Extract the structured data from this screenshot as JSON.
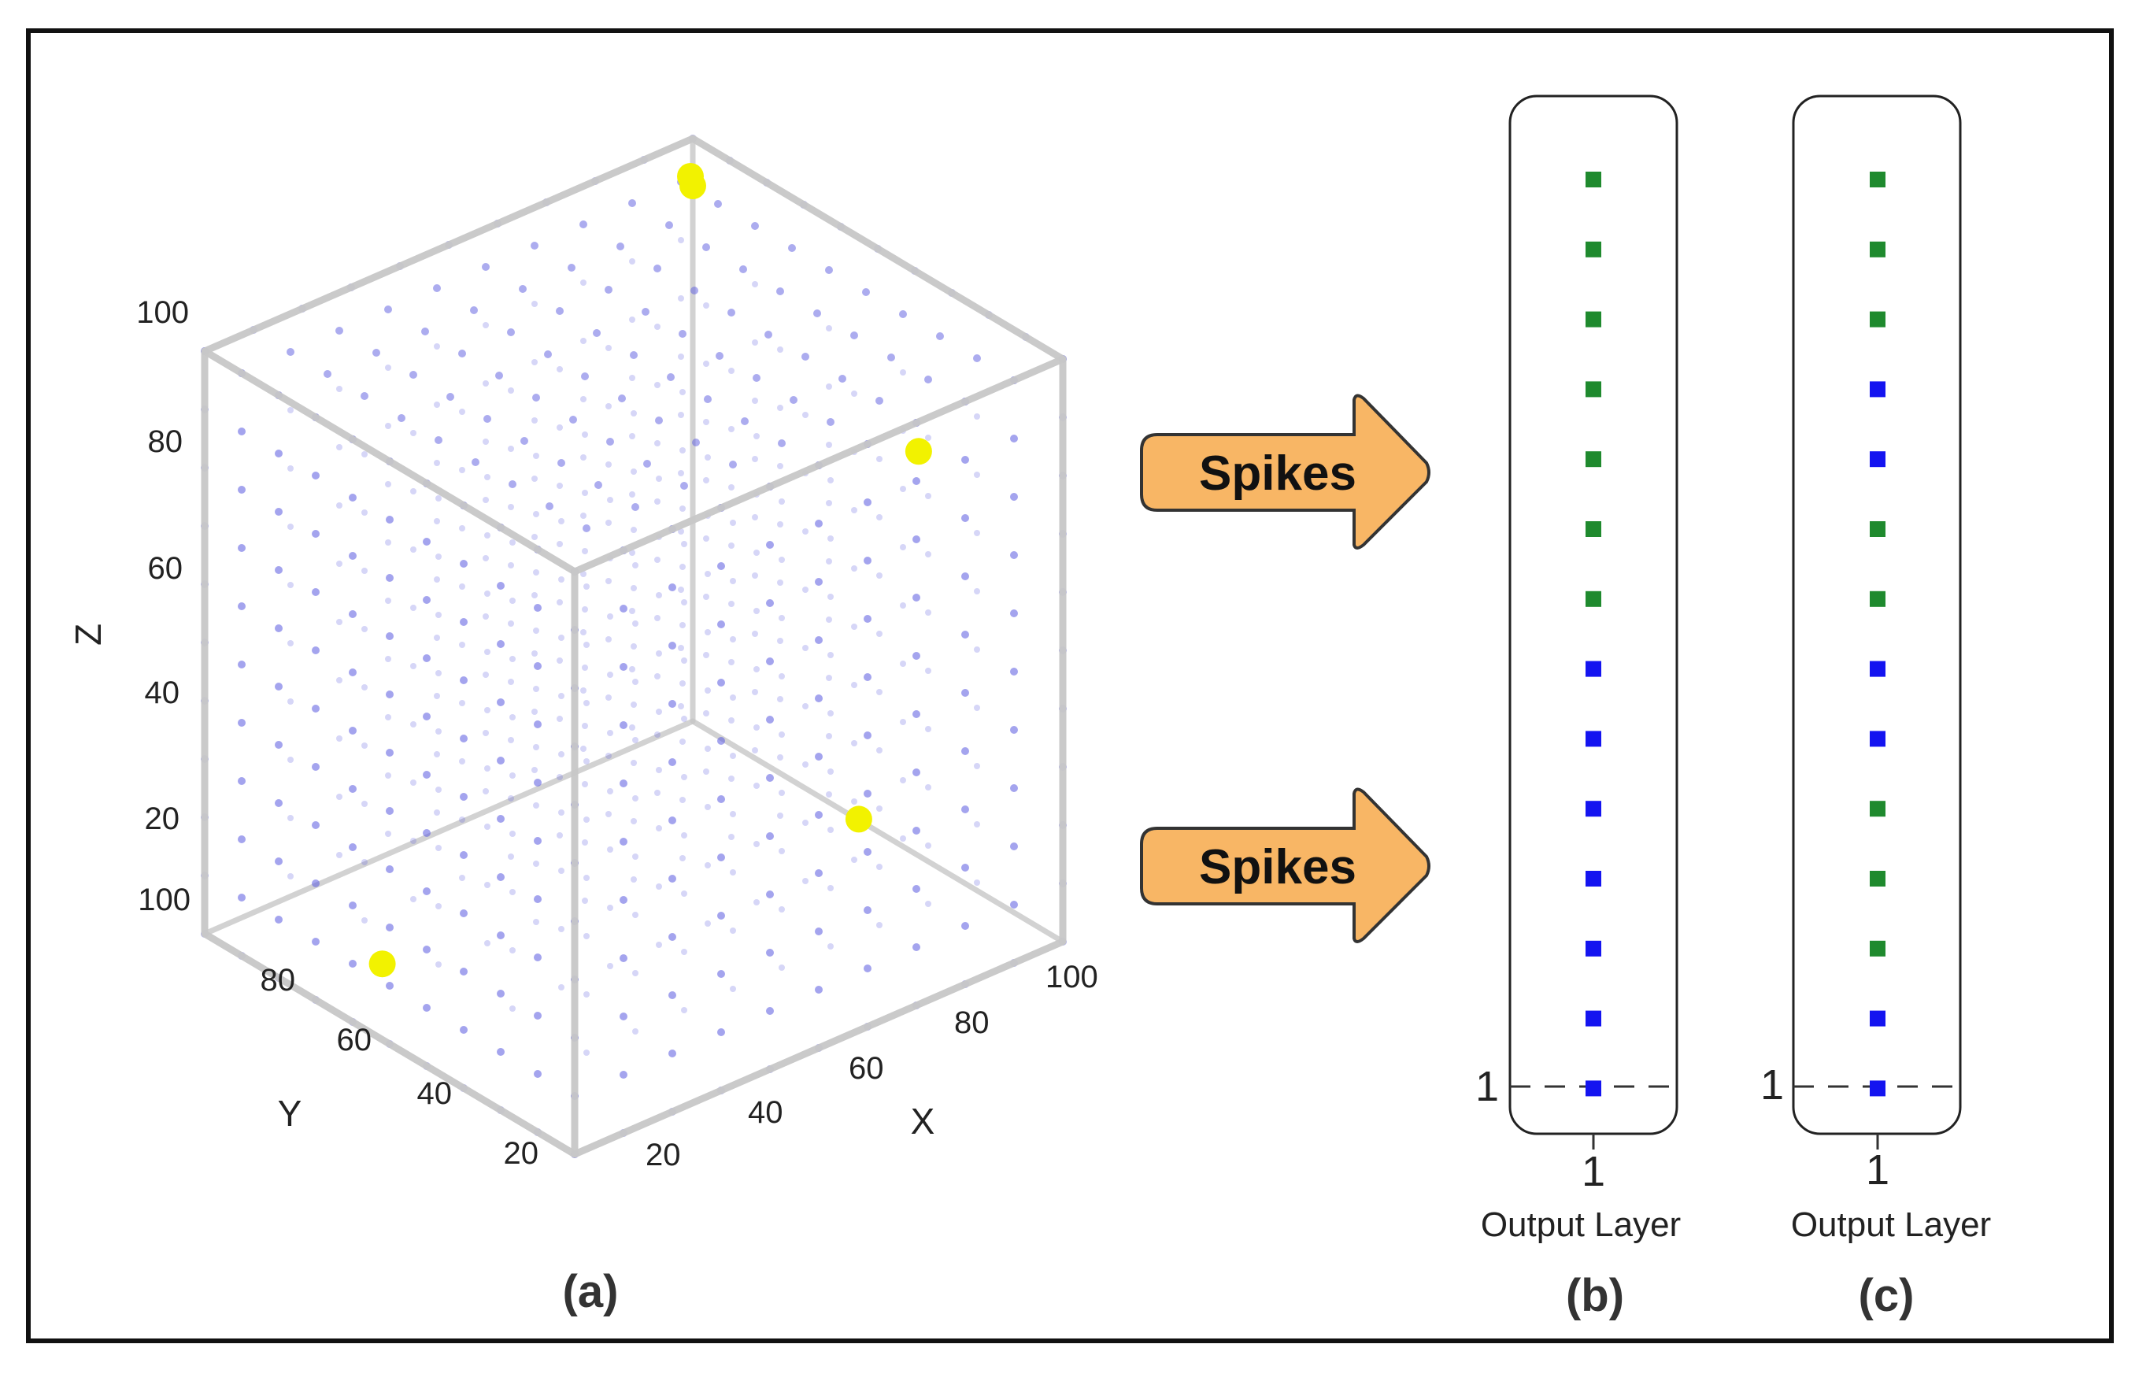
{
  "colors": {
    "neuron": "#5a5ae0",
    "active": "#f2f200",
    "edge": "#c8c8c8",
    "arrow_fill": "#f8b665",
    "arrow_stroke": "#333333",
    "green": "#1f8a2e",
    "blue": "#1414f0"
  },
  "cube_panel": {
    "label": "(a)",
    "axes": {
      "z": {
        "title": "Z",
        "ticks": [
          "100",
          "80",
          "60",
          "40",
          "20"
        ]
      },
      "y": {
        "title": "Y",
        "ticks": [
          "100",
          "80",
          "60",
          "40",
          "20"
        ]
      },
      "x": {
        "title": "X",
        "ticks": [
          "20",
          "40",
          "60",
          "80",
          "100"
        ]
      }
    },
    "active_neuron_count": 5
  },
  "arrows": [
    {
      "label": "Spikes"
    },
    {
      "label": "Spikes"
    }
  ],
  "output_panels": [
    {
      "label": "(b)",
      "layer_label": "Output Layer",
      "x_tick": "1",
      "y_tick": "1",
      "neurons": [
        "green",
        "green",
        "green",
        "green",
        "green",
        "green",
        "green",
        "blue",
        "blue",
        "blue",
        "blue",
        "blue",
        "blue",
        "blue"
      ]
    },
    {
      "label": "(c)",
      "layer_label": "Output Layer",
      "x_tick": "1",
      "y_tick": "1",
      "neurons": [
        "green",
        "green",
        "green",
        "blue",
        "blue",
        "green",
        "green",
        "blue",
        "blue",
        "green",
        "green",
        "green",
        "blue",
        "blue"
      ]
    }
  ]
}
